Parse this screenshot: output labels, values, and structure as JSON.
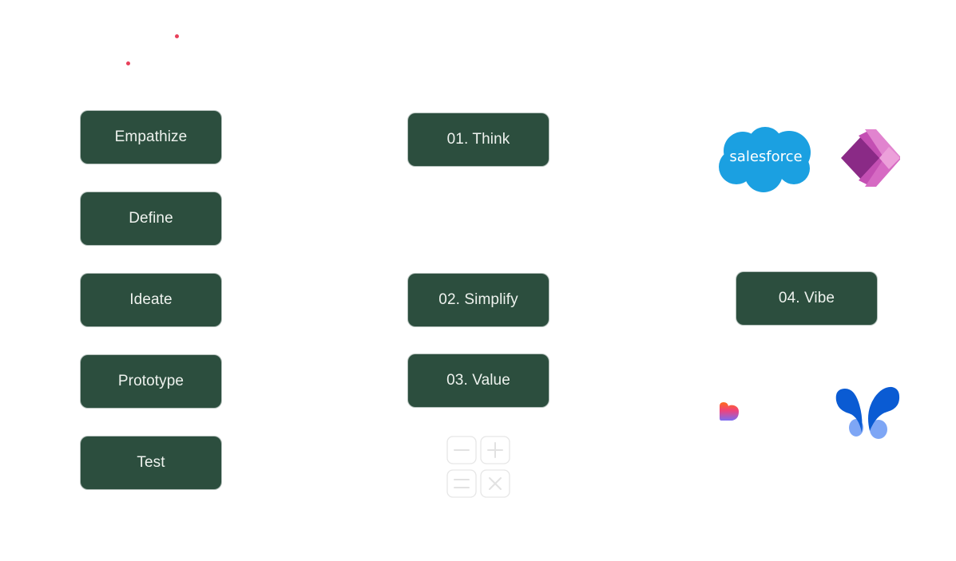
{
  "theme": {
    "button_bg": "#2c4e3e",
    "button_text": "#eef2ee",
    "accent_dot": "#e8405a"
  },
  "decorations": {
    "dots": [
      {
        "name": "red-dot-1"
      },
      {
        "name": "red-dot-2"
      }
    ]
  },
  "design_thinking": {
    "steps": [
      {
        "label": "Empathize"
      },
      {
        "label": "Define"
      },
      {
        "label": "Ideate"
      },
      {
        "label": "Prototype"
      },
      {
        "label": "Test"
      }
    ]
  },
  "framework": {
    "steps": [
      {
        "label": "01. Think"
      },
      {
        "label": "02. Simplify"
      },
      {
        "label": "03. Value"
      },
      {
        "label": "04. Vibe"
      }
    ]
  },
  "icons": {
    "calculator": "calculator-icon"
  },
  "logos": {
    "salesforce": {
      "text": "salesforce",
      "color": "#1ba0e1"
    },
    "power_apps": {
      "name": "power-apps-logo"
    },
    "heart_app": {
      "name": "heart-logo"
    },
    "butterfly": {
      "name": "butterfly-logo",
      "color": "#0a5bd3"
    }
  }
}
